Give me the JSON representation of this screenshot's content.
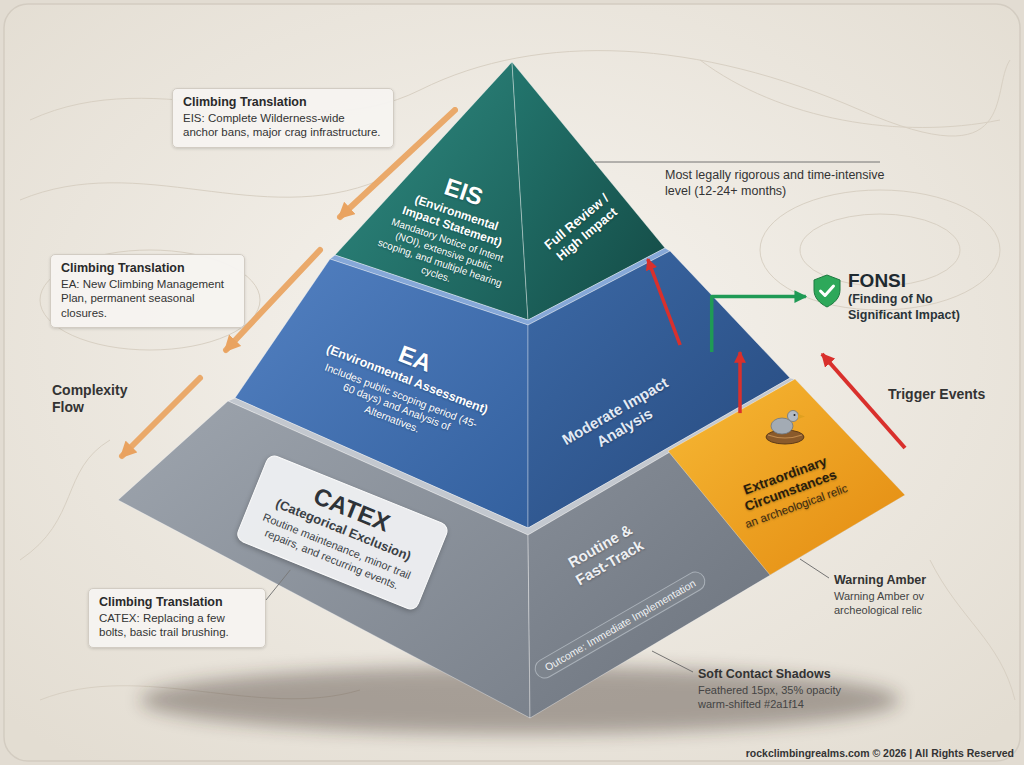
{
  "diagram": {
    "nodes": [
      {
        "text": [
          "EIS",
          "(Environmental Impact Statement)",
          "Mandatory Notice of Intent (NOI), extensive public scoping, and multiple hearing cycles.",
          "Full Review / High Impact"
        ]
      },
      {
        "text": [
          "EA",
          "(Environmental Assessment)",
          "Includes public scoping period (45-60 days) and Analysis of Alternatives.",
          "Moderate Impact Analysis"
        ]
      },
      {
        "text": [
          "Routine & Fast-Track"
        ]
      },
      {
        "text": [
          "CATEX",
          "(Categorical Exclusion)",
          "Routine maintenance, minor trail repairs, and recurring events."
        ],
        "in": 2
      },
      {
        "text": [
          "Outcome: Immediate Implementation"
        ],
        "in": 2
      },
      {
        "text": [
          "Extraordinary Circumstances",
          "an archeological relic"
        ],
        "in": 2
      },
      {
        "text": [
          "FONSI",
          "(Finding of No Significant Impact)"
        ]
      },
      {
        "text": [
          "Climbing Translation",
          "EIS: Complete Wilderness-wide anchor bans, major crag infrastructure."
        ]
      },
      {
        "text": [
          "Climbing Translation",
          "EA: New Climbing Management Plan, permanent seasonal closures."
        ]
      },
      {
        "text": [
          "Climbing Translation",
          "CATEX: Replacing a few bolts, basic trail brushing."
        ]
      }
    ],
    "edges": [
      {
        "from": 5,
        "to": 1,
        "arrow": "to"
      },
      {
        "from": 1,
        "to": 0,
        "arrow": "to"
      },
      {
        "from": 1,
        "to": 6,
        "arrow": "to"
      },
      {
        "from": 9,
        "to": 3,
        "arrow": "none"
      }
    ],
    "labels": [
      "Most legally rigorous and time-intensive level (12-24+ months)",
      "Complexity Flow",
      "Trigger Events",
      "Warning Amber",
      "Warning Amber ov archeological relic",
      "Soft Contact Shadows",
      "Feathered 15px, 35% opacity warm-shifted #2a1f14",
      "rockclimbingrealms.com © 2026 | All Rights Reserved"
    ]
  }
}
